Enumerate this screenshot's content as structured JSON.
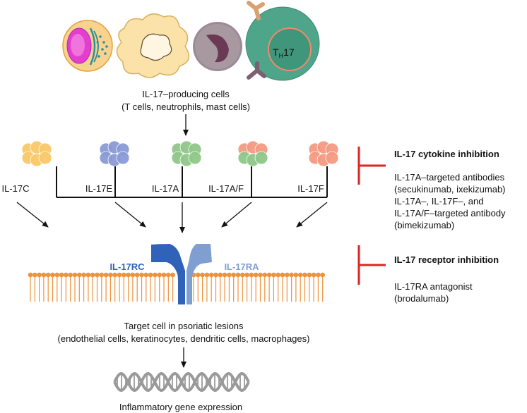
{
  "producing_cells": {
    "th17_label_main": "T",
    "th17_label_sub": "H",
    "th17_label_tail": "17",
    "caption_line1": "IL-17–producing cells",
    "caption_line2": "(T cells, neutrophils, mast cells)"
  },
  "cytokines": [
    {
      "label": "IL-17C",
      "color": "#f9c96a"
    },
    {
      "label": "IL-17E",
      "color": "#8a9ad6"
    },
    {
      "label": "IL-17A",
      "color": "#90c88a"
    },
    {
      "label": "IL-17A/F",
      "color": "#f59a82"
    },
    {
      "label": "IL-17F",
      "color": "#f59a82"
    }
  ],
  "receptors": {
    "rc_label": "IL-17RC",
    "ra_label": "IL-17RA",
    "rc_color": "#2f62b8",
    "ra_color": "#7f9fd0"
  },
  "target_cell": {
    "line1": "Target cell in psoriatic lesions",
    "line2": "(endothelial cells, keratinocytes, dendritic cells, macrophages)"
  },
  "gene_expression": "Inflammatory gene expression",
  "inhibition": {
    "color": "#e32222",
    "cytokine": {
      "title": "IL-17 cytokine inhibition",
      "lines": [
        "IL-17A–targeted antibodies",
        "(secukinumab, ixekizumab)",
        "IL-17A–, IL-17F–, and",
        "IL-17A/F–targeted antibody",
        "(bimekizumab)"
      ]
    },
    "receptor": {
      "title": "IL-17 receptor inhibition",
      "lines": [
        "IL-17RA antagonist",
        "(brodalumab)"
      ]
    }
  },
  "colors": {
    "membrane": "#f0923a",
    "dna": "#9a9a9a"
  }
}
